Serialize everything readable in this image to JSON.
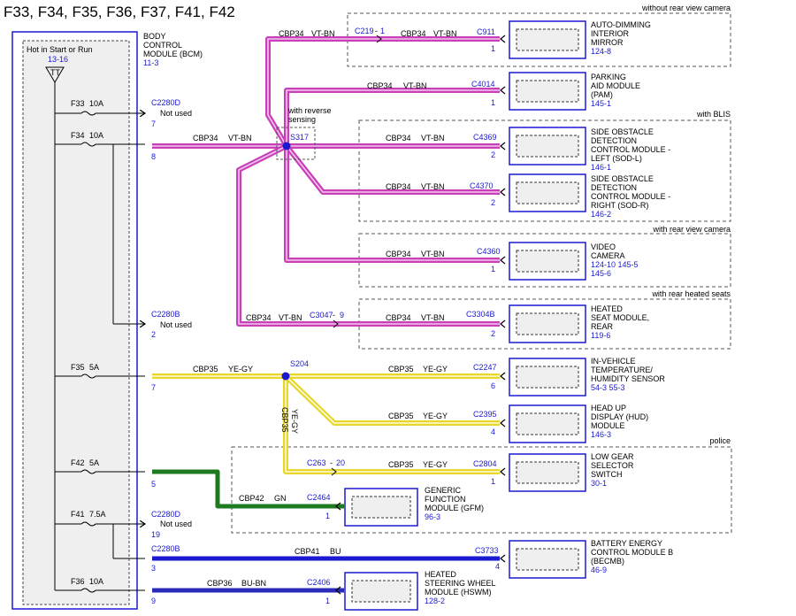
{
  "title": "F33, F34, F35, F36, F37, F41, F42",
  "fusebox": {
    "hot_label": "Hot in Start or Run",
    "hot_ref": "13-16",
    "symbol_text": "TT",
    "name_lines": [
      "BODY",
      "CONTROL",
      "MODULE (BCM)"
    ],
    "name_ref": "11-3"
  },
  "fuses": [
    {
      "id": "F33",
      "name": "F33",
      "amp": "10A",
      "connector": "C2280D",
      "pin": "7",
      "note": "Not used"
    },
    {
      "id": "F34",
      "name": "F34",
      "amp": "10A",
      "connector": "",
      "pin": "8",
      "note": ""
    },
    {
      "id": "F34b",
      "name": "",
      "amp": "",
      "connector": "C2280B",
      "pin": "2",
      "note": "Not used"
    },
    {
      "id": "F35",
      "name": "F35",
      "amp": "5A",
      "connector": "",
      "pin": "7",
      "note": ""
    },
    {
      "id": "F42",
      "name": "F42",
      "amp": "5A",
      "connector": "",
      "pin": "5",
      "note": ""
    },
    {
      "id": "F41",
      "name": "F41",
      "amp": "7.5A",
      "connector": "C2280D",
      "pin": "19",
      "note": "Not used"
    },
    {
      "id": "F41b",
      "name": "",
      "amp": "",
      "connector": "C2280B",
      "pin": "3",
      "note": ""
    },
    {
      "id": "F36",
      "name": "F36",
      "amp": "10A",
      "connector": "",
      "pin": "9",
      "note": ""
    }
  ],
  "splices": {
    "s317": {
      "name": "S317",
      "note_lines": [
        "with reverse",
        "sensing"
      ]
    },
    "s204": {
      "name": "S204"
    }
  },
  "groups": {
    "rear_camera_mirror": "without rear view camera",
    "blis": "with BLIS",
    "rear_camera": "with rear view camera",
    "heated_seats": "with rear heated seats",
    "police": "police"
  },
  "circuits": {
    "cbp34": {
      "name": "CBP34",
      "color": "VT-BN",
      "hex": "#c83fb8"
    },
    "cbp35": {
      "name": "CBP35",
      "color": "YE-GY",
      "hex": "#e8d62a"
    },
    "cbp42": {
      "name": "CBP42",
      "color": "GN",
      "hex": "#1e7a1e"
    },
    "cbp41": {
      "name": "CBP41",
      "color": "BU",
      "hex": "#1a1ad0"
    },
    "cbp36": {
      "name": "CBP36",
      "color": "BU-BN",
      "hex": "#2a2ab8"
    }
  },
  "inline_connectors": {
    "c219": {
      "name": "C219",
      "pin": "1"
    },
    "c3047": {
      "name": "C3047",
      "pin": "9"
    },
    "c263": {
      "name": "C263",
      "pin": "20"
    }
  },
  "modules": [
    {
      "id": "mirror",
      "connector": "C911",
      "pin": "1",
      "lines": [
        "AUTO-DIMMING",
        "INTERIOR",
        "MIRROR"
      ],
      "refs": "124-8"
    },
    {
      "id": "pam",
      "connector": "C4014",
      "pin": "1",
      "lines": [
        "PARKING",
        "AID MODULE",
        "(PAM)"
      ],
      "refs": "145-1"
    },
    {
      "id": "sodl",
      "connector": "C4369",
      "pin": "2",
      "lines": [
        "SIDE OBSTACLE",
        "DETECTION",
        "CONTROL MODULE -",
        "LEFT (SOD-L)"
      ],
      "refs": "146-1"
    },
    {
      "id": "sodr",
      "connector": "C4370",
      "pin": "2",
      "lines": [
        "SIDE OBSTACLE",
        "DETECTION",
        "CONTROL MODULE -",
        "RIGHT (SOD-R)"
      ],
      "refs": "146-2"
    },
    {
      "id": "camera",
      "connector": "C4360",
      "pin": "1",
      "lines": [
        "VIDEO",
        "CAMERA"
      ],
      "refs": "124-10 145-5",
      "refs2": "145-6"
    },
    {
      "id": "seat",
      "connector": "C3304B",
      "pin": "2",
      "lines": [
        "HEATED",
        "SEAT MODULE,",
        "REAR"
      ],
      "refs": "119-6"
    },
    {
      "id": "temp",
      "connector": "C2247",
      "pin": "6",
      "lines": [
        "IN-VEHICLE",
        "TEMPERATURE/",
        "HUMIDITY SENSOR"
      ],
      "refs": "54-3   55-3"
    },
    {
      "id": "hud",
      "connector": "C2395",
      "pin": "4",
      "lines": [
        "HEAD UP",
        "DISPLAY (HUD)",
        "MODULE"
      ],
      "refs": "146-3"
    },
    {
      "id": "gear",
      "connector": "C2804",
      "pin": "1",
      "lines": [
        "LOW GEAR",
        "SELECTOR",
        "SWITCH"
      ],
      "refs": "30-1"
    },
    {
      "id": "gfm",
      "connector": "C2464",
      "pin": "1",
      "lines": [
        "GENERIC",
        "FUNCTION",
        "MODULE (GFM)"
      ],
      "refs": "96-3"
    },
    {
      "id": "becm",
      "connector": "C3733",
      "pin": "4",
      "lines": [
        "BATTERY ENERGY",
        "CONTROL MODULE B",
        "(BECMB)"
      ],
      "refs": "46-9"
    },
    {
      "id": "hswm",
      "connector": "C2406",
      "pin": "1",
      "lines": [
        "HEATED",
        "STEERING WHEEL",
        "MODULE (HSWM)"
      ],
      "refs": "128-2"
    }
  ]
}
